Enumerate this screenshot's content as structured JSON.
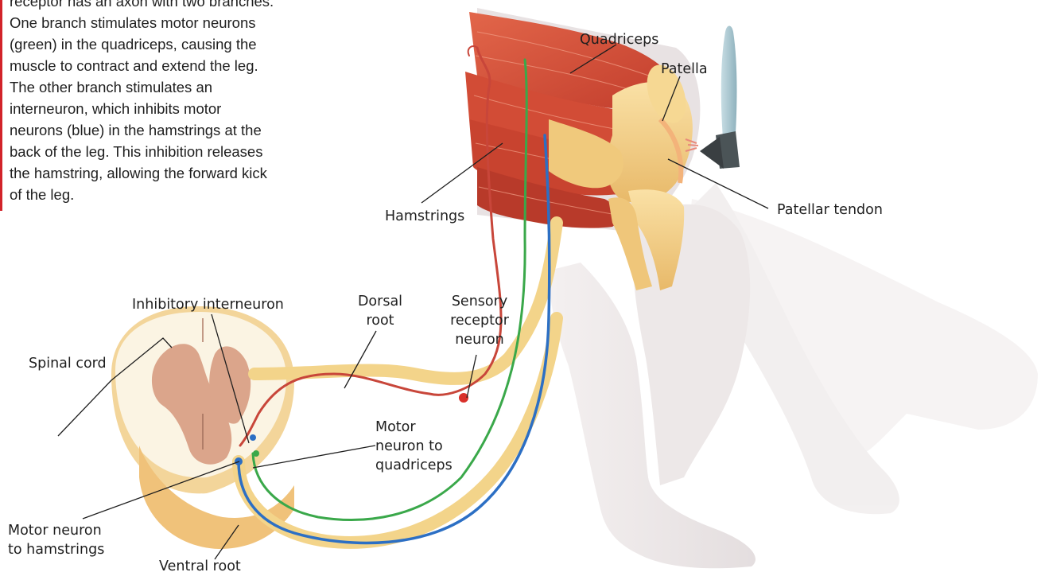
{
  "caption": {
    "lines": [
      "receptor has an axon with two branches.",
      "One branch stimulates motor neurons",
      "(green) in the quadriceps, causing the",
      "muscle to contract and extend the leg.",
      "The other branch stimulates an",
      "interneuron, which inhibits motor",
      "neurons (blue) in the hamstrings at the",
      "back of the leg. This inhibition releases",
      "the hamstring, allowing the forward kick",
      "of the leg."
    ]
  },
  "labels": {
    "quadriceps": "Quadriceps",
    "patella": "Patella",
    "patellar_tendon": "Patellar tendon",
    "hamstrings": "Hamstrings",
    "inhibitory_interneuron": "Inhibitory interneuron",
    "dorsal_root": [
      "Dorsal",
      "root"
    ],
    "sensory_receptor_neuron": [
      "Sensory",
      "receptor",
      "neuron"
    ],
    "spinal_cord": "Spinal cord",
    "motor_neuron_quadriceps": [
      "Motor",
      "neuron to",
      "quadriceps"
    ],
    "motor_neuron_hamstrings": [
      "Motor neuron",
      "to hamstrings"
    ],
    "ventral_root": "Ventral root"
  },
  "colors": {
    "sensory_neuron": "#c8463a",
    "quadriceps_motor_neuron": "#3aa84a",
    "hamstrings_motor_neuron": "#2c6fc4",
    "nerve": "#f3d48a",
    "muscle": "#d9543e",
    "bone": "#f2cf86",
    "leg": "#ece7e7",
    "caption_bar": "#d2232a"
  }
}
